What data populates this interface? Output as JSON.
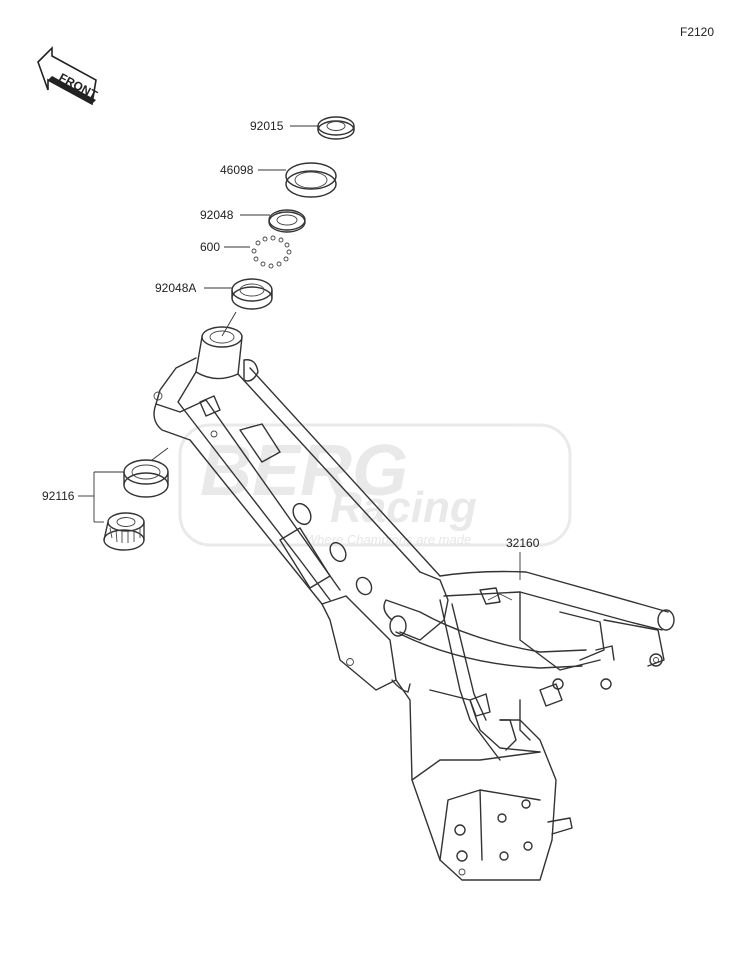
{
  "figure_code": "F2120",
  "front_indicator": "FRONT",
  "watermark": {
    "brand": "BERG",
    "sub": "Racing",
    "tagline": "Where Champions are made"
  },
  "parts": [
    {
      "id": "p1",
      "number": "92015"
    },
    {
      "id": "p2",
      "number": "46098"
    },
    {
      "id": "p3",
      "number": "92048"
    },
    {
      "id": "p4",
      "number": "600"
    },
    {
      "id": "p5",
      "number": "92048A"
    },
    {
      "id": "p6",
      "number": "92116"
    },
    {
      "id": "p7",
      "number": "32160"
    }
  ]
}
